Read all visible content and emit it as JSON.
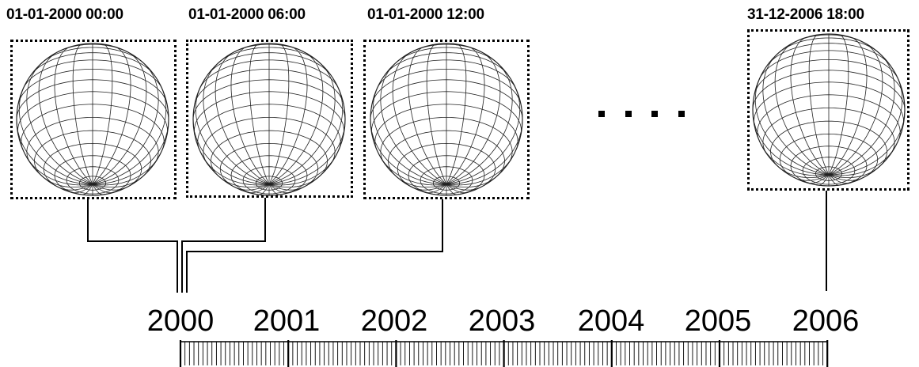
{
  "snapshots": [
    {
      "label": "01-01-2000 00:00"
    },
    {
      "label": "01-01-2000 06:00"
    },
    {
      "label": "01-01-2000 12:00"
    },
    {
      "label": "31-12-2006 18:00"
    }
  ],
  "ellipsis_icon": "ellipsis-dots",
  "globe_icon": "wireframe-globe-icon",
  "timeline": {
    "years": [
      "2000",
      "2001",
      "2002",
      "2003",
      "2004",
      "2005",
      "2006"
    ],
    "minor_ticks_per_year": 12
  }
}
